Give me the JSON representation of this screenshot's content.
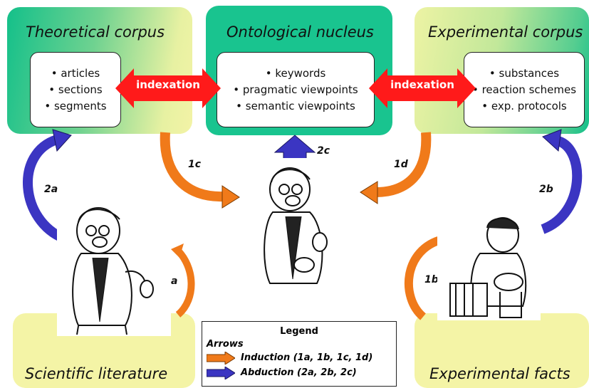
{
  "colors": {
    "induction": "#f07a1a",
    "abduction": "#3b35c2",
    "indexation": "#ff1a1a",
    "panel_green": "#19c48f",
    "panel_yellow": "#f4f4a6"
  },
  "theoretical": {
    "title": "Theoretical corpus",
    "items": [
      "• articles",
      "• sections",
      "• segments"
    ]
  },
  "ontological": {
    "title": "Ontological nucleus",
    "items": [
      "• keywords",
      "• pragmatic viewpoints",
      "• semantic viewpoints"
    ]
  },
  "experimental": {
    "title": "Experimental corpus",
    "items": [
      "• substances",
      "• reaction schemes",
      "• exp. protocols"
    ]
  },
  "sources": {
    "literature": "Scientific literature",
    "facts": "Experimental facts"
  },
  "indexation": {
    "left": "indexation",
    "right": "indexation"
  },
  "arrows": {
    "a": "a",
    "b1": "1b",
    "c1": "1c",
    "d1": "1d",
    "a2": "2a",
    "b2": "2b",
    "c2": "2c"
  },
  "legend": {
    "title": "Legend",
    "subtitle": "Arrows",
    "induction": "Induction (1a, 1b, 1c, 1d)",
    "abduction": "Abduction (2a, 2b, 2c)"
  },
  "icons": {
    "scientist": "scientist-figure",
    "experimenter": "experimenter-figure"
  }
}
